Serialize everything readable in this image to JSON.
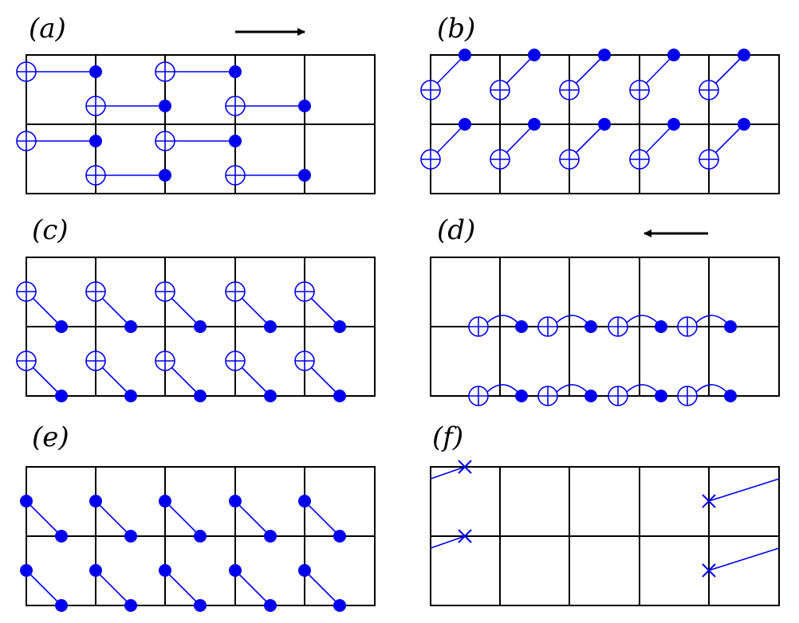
{
  "panels": [
    {
      "label": "(a)",
      "arrow": "right"
    },
    {
      "label": "(b)",
      "arrow": null
    },
    {
      "label": "(c)",
      "arrow": null
    },
    {
      "label": "(d)",
      "arrow": "left"
    },
    {
      "label": "(e)",
      "arrow": null
    },
    {
      "label": "(f)",
      "arrow": null
    }
  ],
  "colors": {
    "gate": "#0000ee",
    "grid": "#000000",
    "arrow": "#000000"
  },
  "symbols": {
    "target": "oplus-target-icon",
    "control": "filled-dot-control-icon",
    "measure": "cross-icon",
    "direction": "arrow-icon"
  }
}
